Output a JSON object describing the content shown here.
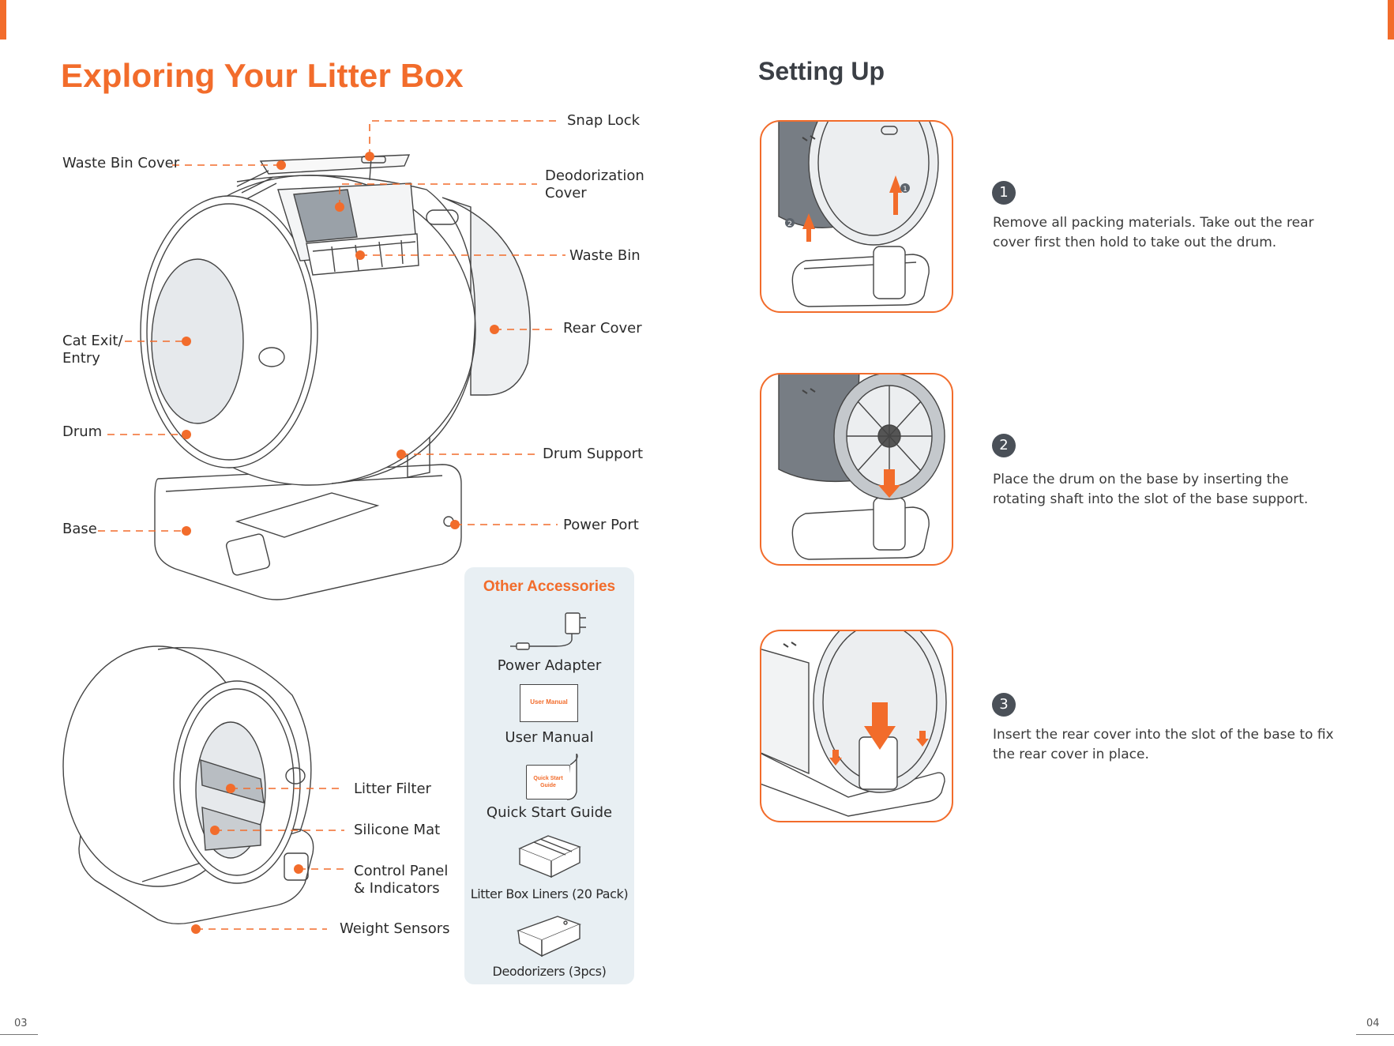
{
  "colors": {
    "accent": "#f26c2b",
    "panel": "#e8eff3",
    "badge": "#4a5058"
  },
  "left_page": {
    "title": "Exploring Your Litter Box",
    "page_number": "03",
    "labels": {
      "snap_lock": "Snap Lock",
      "waste_bin_cover": "Waste Bin Cover",
      "deodorization_cover_1": "Deodorization",
      "deodorization_cover_2": "Cover",
      "waste_bin": "Waste Bin",
      "rear_cover": "Rear Cover",
      "cat_exit_1": "Cat Exit/",
      "cat_exit_2": "Entry",
      "drum": "Drum",
      "drum_support": "Drum Support",
      "base": "Base",
      "power_port": "Power Port",
      "litter_filter": "Litter Filter",
      "silicone_mat": "Silicone Mat",
      "control_panel_1": "Control Panel",
      "control_panel_2": "& Indicators",
      "weight_sensors": "Weight Sensors"
    },
    "accessories": {
      "title": "Other Accessories",
      "items": [
        {
          "label": "Power Adapter",
          "icon": "power-adapter-icon"
        },
        {
          "label": "User Manual",
          "icon": "user-manual-icon",
          "cover_text": "User Manual"
        },
        {
          "label": "Quick Start Guide",
          "icon": "quick-start-guide-icon",
          "cover_text_1": "Quick Start",
          "cover_text_2": "Guide"
        },
        {
          "label": "Litter Box Liners (20 Pack)",
          "icon": "liners-box-icon"
        },
        {
          "label": "Deodorizers (3pcs)",
          "icon": "deodorizer-box-icon"
        }
      ]
    }
  },
  "right_page": {
    "title": "Setting Up",
    "page_number": "04",
    "steps": [
      {
        "number": "1",
        "text": "Remove all packing materials. Take out the rear cover first then hold to take out the drum.",
        "sub_markers": [
          "1",
          "2"
        ]
      },
      {
        "number": "2",
        "text": "Place the drum on the base by inserting the rotating shaft into the slot of the base support."
      },
      {
        "number": "3",
        "text": "Insert the rear cover into the slot of the base to fix the rear cover in place."
      }
    ]
  }
}
